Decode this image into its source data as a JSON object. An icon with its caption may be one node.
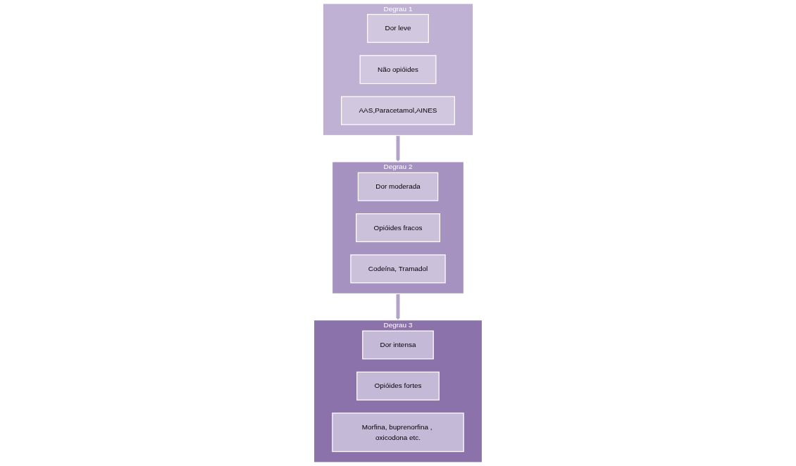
{
  "diagram": {
    "nodes": [
      {
        "text": [
          "Degrau 1"
        ]
      },
      {
        "text": [
          "Dor leve"
        ],
        "in": 0
      },
      {
        "text": [
          "Não opióides"
        ],
        "in": 0
      },
      {
        "text": [
          "AAS,Paracetamol,AINES"
        ],
        "in": 0
      },
      {
        "text": [
          "Degrau 2"
        ]
      },
      {
        "text": [
          "Dor moderada"
        ],
        "in": 4
      },
      {
        "text": [
          "Opióides fracos"
        ],
        "in": 4
      },
      {
        "text": [
          "Codeína, Tramadol"
        ],
        "in": 4
      },
      {
        "text": [
          "Degrau 3"
        ]
      },
      {
        "text": [
          "Dor intensa"
        ],
        "in": 8
      },
      {
        "text": [
          "Opióides fortes"
        ],
        "in": 8
      },
      {
        "text": [
          "Morfina, buprenorfina , oxicodona etc."
        ],
        "in": 8
      }
    ],
    "edges": [
      {
        "from": 0,
        "to": 4,
        "arrow": "to"
      },
      {
        "from": 4,
        "to": 8,
        "arrow": "to"
      }
    ]
  }
}
